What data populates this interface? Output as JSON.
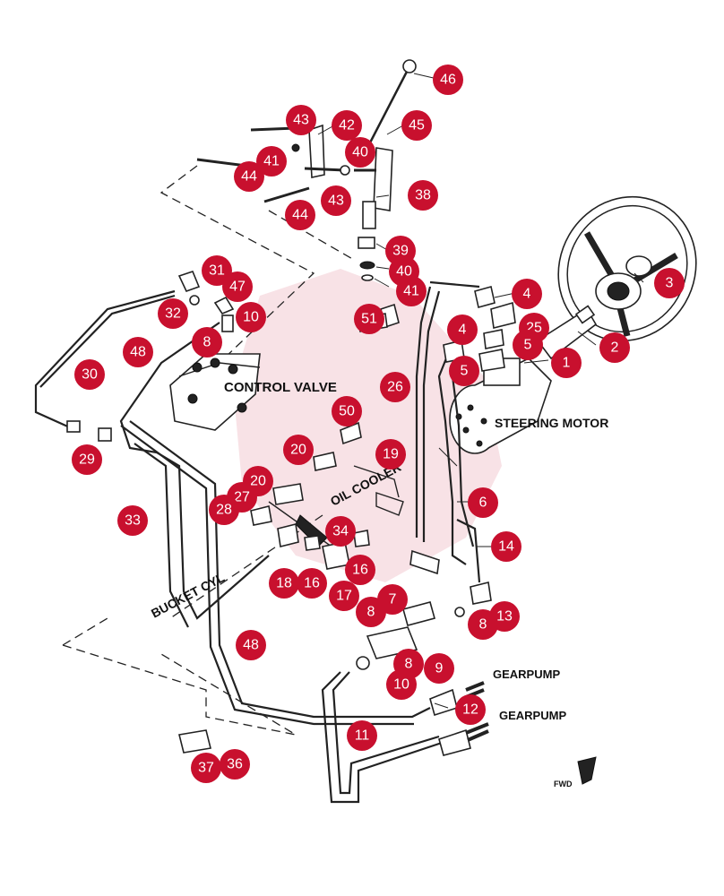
{
  "labels": {
    "control_valve": "CONTROL VALVE",
    "steering_motor": "STEERING MOTOR",
    "oil_cooler": "OIL COOLER",
    "bucket_cyl": "BUCKET CYL",
    "gearpump_1": "GEARPUMP",
    "gearpump_2": "GEARPUMP",
    "fwd": "FWD"
  },
  "callouts": [
    "46",
    "43",
    "42",
    "45",
    "40",
    "41",
    "44",
    "38",
    "43",
    "44",
    "39",
    "40",
    "41",
    "31",
    "47",
    "32",
    "10",
    "8",
    "48",
    "30",
    "4",
    "25",
    "3",
    "4",
    "51",
    "5",
    "1",
    "2",
    "5",
    "26",
    "50",
    "29",
    "20",
    "19",
    "6",
    "20",
    "27",
    "28",
    "33",
    "34",
    "14",
    "18",
    "16",
    "16",
    "17",
    "7",
    "8",
    "13",
    "8",
    "48",
    "9",
    "8",
    "10",
    "12",
    "11",
    "37",
    "36"
  ],
  "brand_colors": {
    "callout": "#c8102e",
    "ink": "#222222"
  }
}
